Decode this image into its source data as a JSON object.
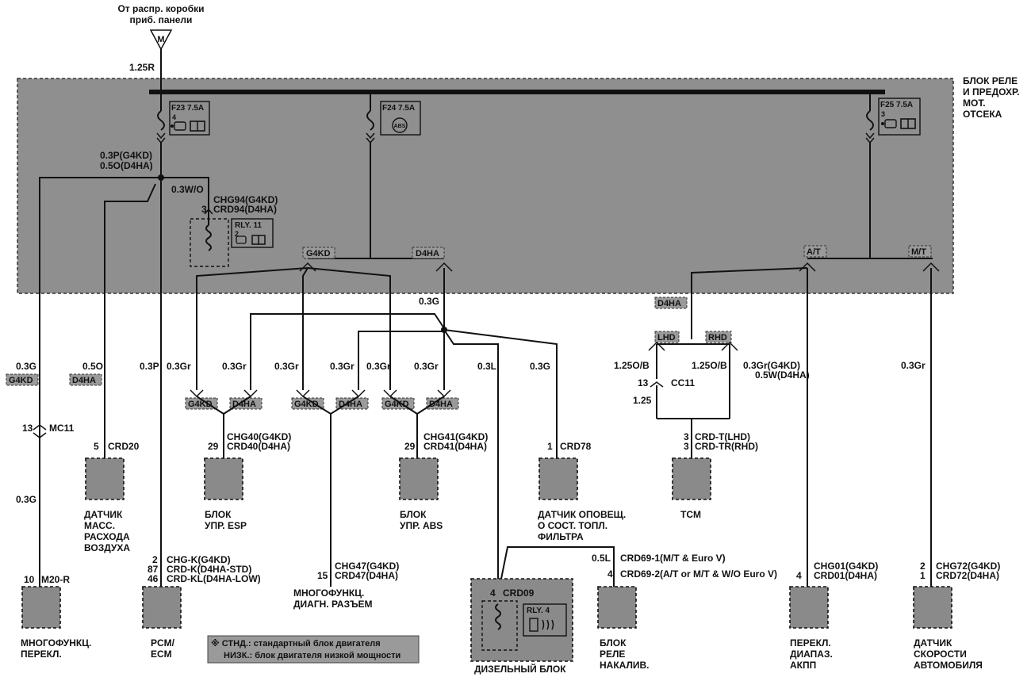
{
  "source": {
    "line1": "От распр. коробки",
    "line2": "приб. панели",
    "connector": "M",
    "wire": "1.25R"
  },
  "relay_block": {
    "line1": "БЛОК РЕЛЕ",
    "line2": "И ПРЕДОХР.",
    "line3": "МОТ.",
    "line4": "ОТСЕКА"
  },
  "fuses": [
    {
      "label": "F23 7.5A",
      "pin": "4"
    },
    {
      "label": "F24 7.5A",
      "pin": ""
    },
    {
      "label": "F25 7.5A",
      "pin": "3"
    }
  ],
  "abs_icon": "ABS",
  "wires": {
    "w1a": "0.3P(G4KD)",
    "w1b": "0.5O(D4HA)",
    "w_wo": "0.3W/O",
    "chg94a": "CHG94(G4KD)",
    "chg94b": "CRD94(D4HA)",
    "pin3": "3",
    "rly11": "RLY. 11",
    "rly11pin": "2",
    "g4kd": "G4KD",
    "d4ha": "D4HA",
    "at": "A/T",
    "mt": "M/T",
    "w03g_mid": "0.3G",
    "lhd": "LHD",
    "rhd": "RHD"
  },
  "branch_labels": {
    "mc_g": "0.3G",
    "mc_tag": "G4KD",
    "maf_w": "0.5O",
    "maf_tag": "D4HA",
    "pcm_w": "0.3P",
    "esp_g4": "0.3Gr",
    "esp_d4": "0.3Gr",
    "diag_g4": "0.3Gr",
    "diag_d4": "0.3Gr",
    "abs_g4": "0.3Gr",
    "abs_d4": "0.3Gr",
    "diesel_w": "0.3L",
    "fuel_w": "0.3G",
    "tcm_w1": "1.25O/B",
    "tcm_w2": "1.25O/B",
    "cc11_pin": "13",
    "cc11": "CC11",
    "tcm_w3": "1.25",
    "range_w1": "0.3Gr(G4KD)",
    "range_w2": "0.5W(D4HA)",
    "vss_w": "0.3Gr"
  },
  "components": {
    "mc11_pin": "13",
    "mc11": "MC11",
    "mc_w2": "0.3G",
    "m20_pin": "10",
    "m20": "M20-R",
    "multi_sw1": "МНОГОФУНКЦ.",
    "multi_sw2": "ПЕРЕКЛ.",
    "crd20_pin": "5",
    "crd20": "CRD20",
    "maf1": "ДАТЧИК",
    "maf2": "МАСС.",
    "maf3": "РАСХОДА",
    "maf4": "ВОЗДУХА",
    "pcm_p1": "2",
    "pcm_c1": "CHG-K(G4KD)",
    "pcm_p2": "87",
    "pcm_c2": "CRD-K(D4HA-STD)",
    "pcm_p3": "46",
    "pcm_c3": "CRD-KL(D4HA-LOW)",
    "pcm1": "PCM/",
    "pcm2": "ECM",
    "esp_pin": "29",
    "esp_c1": "CHG40(G4KD)",
    "esp_c2": "CRD40(D4HA)",
    "esp1": "БЛОК",
    "esp2": "УПР. ESP",
    "diag_pin": "15",
    "diag_c1": "CHG47(G4KD)",
    "diag_c2": "CRD47(D4HA)",
    "diag1": "МНОГОФУНКЦ.",
    "diag2": "ДИАГН. РАЗЪЕМ",
    "abs_pin": "29",
    "abs_c1": "CHG41(G4KD)",
    "abs_c2": "CRD41(D4HA)",
    "abs1": "БЛОК",
    "abs2": "УПР. ABS",
    "crd78_pin": "1",
    "crd78": "CRD78",
    "fuel1": "ДАТЧИК ОПОВЕЩ.",
    "fuel2": "О СОСТ. ТОПЛ.",
    "fuel3": "ФИЛЬТРА",
    "crd09_pin": "4",
    "crd09": "CRD09",
    "rly4": "RLY. 4",
    "diesel": "ДИЗЕЛЬНЫЙ БЛОК",
    "glow_w": "0.5L",
    "glow_c1": "CRD69-1(M/T & Euro V)",
    "glow_pin": "4",
    "glow_c2": "CRD69-2(A/T or M/T & W/O Euro V)",
    "glow1": "БЛОК",
    "glow2": "РЕЛЕ",
    "glow3": "НАКАЛИВ.",
    "tcm_p1": "3",
    "tcm_c1": "CRD-T(LHD)",
    "tcm_p2": "3",
    "tcm_c2": "CRD-TR(RHD)",
    "tcm": "TCM",
    "range_pin": "4",
    "range_c1": "CHG01(G4KD)",
    "range_c2": "CRD01(D4HA)",
    "range1": "ПЕРЕКЛ.",
    "range2": "ДИАПАЗ.",
    "range3": "АКПП",
    "vss_p1": "2",
    "vss_c1": "CHG72(G4KD)",
    "vss_p2": "1",
    "vss_c2": "CRD72(D4HA)",
    "vss1": "ДАТЧИК",
    "vss2": "СКОРОСТИ",
    "vss3": "АВТОМОБИЛЯ"
  },
  "footnote": {
    "line1": "※ СТНД.: стандартный блок двигателя",
    "line2": "НИЗК.: блок двигателя низкой мощности"
  }
}
